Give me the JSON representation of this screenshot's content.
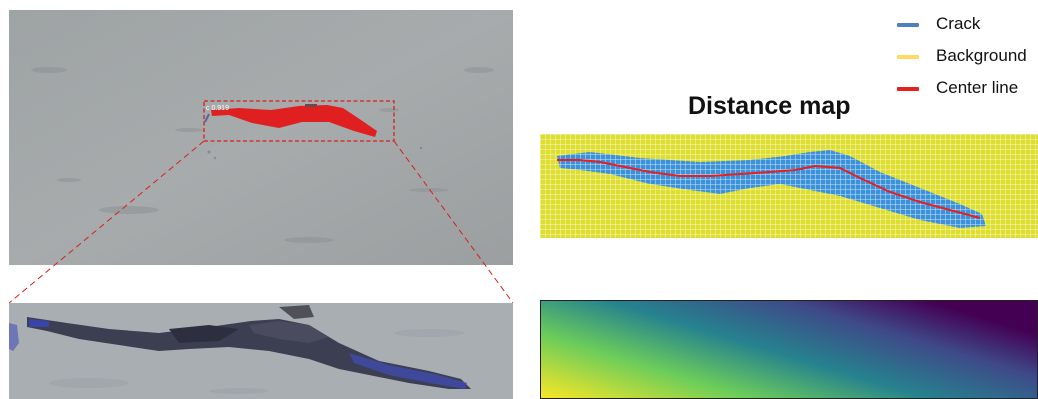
{
  "photo_top": {
    "box_label": "c 0.919"
  },
  "distance_map": {
    "title": "Distance map",
    "legend": [
      {
        "label": "Crack",
        "color": "#4e81bd"
      },
      {
        "label": "Background",
        "color": "#ffd966"
      },
      {
        "label": "Center line",
        "color": "#e81f1f"
      }
    ]
  },
  "colors": {
    "crack": "#4e81bd",
    "background": "#ffd966",
    "grid_background": "#dede2e",
    "grid_crack": "#3c92da",
    "center_line": "#e81f1f",
    "mask_red": "#e02020",
    "bbox": "#d81e1e",
    "heatmap": [
      "#fde725",
      "#6ccd5a",
      "#26828e",
      "#3e4a89",
      "#440154"
    ]
  }
}
